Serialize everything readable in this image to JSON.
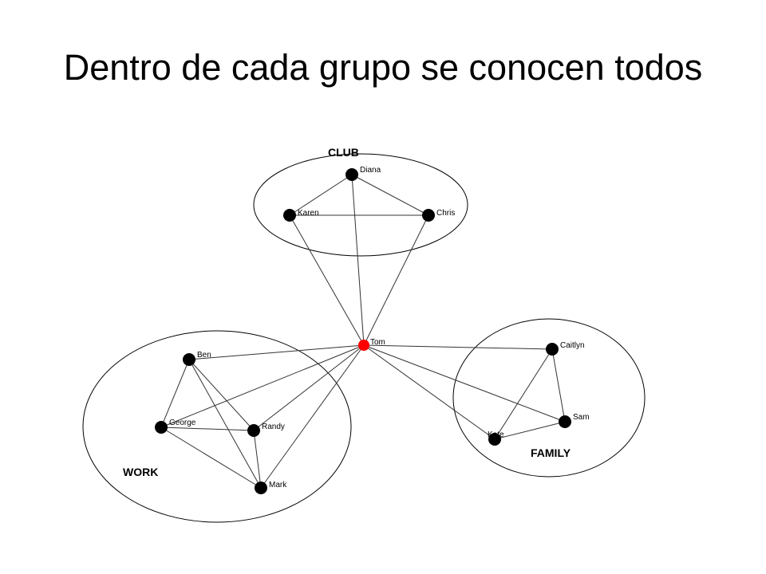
{
  "title": "Dentro de cada grupo se conocen todos",
  "colors": {
    "node": "#000000",
    "center_node": "#ff0000",
    "edge": "#333333"
  },
  "groups": [
    {
      "id": "club",
      "label": "CLUB"
    },
    {
      "id": "work",
      "label": "WORK"
    },
    {
      "id": "family",
      "label": "FAMILY"
    }
  ],
  "nodes": [
    {
      "id": "tom",
      "label": "Tom",
      "center": true
    },
    {
      "id": "diana",
      "label": "Diana",
      "group": "club"
    },
    {
      "id": "karen",
      "label": "Karen",
      "group": "club"
    },
    {
      "id": "chris",
      "label": "Chris",
      "group": "club"
    },
    {
      "id": "ben",
      "label": "Ben",
      "group": "work"
    },
    {
      "id": "george",
      "label": "George",
      "group": "work"
    },
    {
      "id": "randy",
      "label": "Randy",
      "group": "work"
    },
    {
      "id": "mark",
      "label": "Mark",
      "group": "work"
    },
    {
      "id": "caitlyn",
      "label": "Caitlyn",
      "group": "family"
    },
    {
      "id": "sam",
      "label": "Sam",
      "group": "family"
    },
    {
      "id": "kate",
      "label": "Kate",
      "group": "family"
    }
  ],
  "edges": [
    [
      "diana",
      "karen"
    ],
    [
      "diana",
      "chris"
    ],
    [
      "karen",
      "chris"
    ],
    [
      "tom",
      "diana"
    ],
    [
      "tom",
      "karen"
    ],
    [
      "tom",
      "chris"
    ],
    [
      "ben",
      "george"
    ],
    [
      "ben",
      "randy"
    ],
    [
      "ben",
      "mark"
    ],
    [
      "george",
      "randy"
    ],
    [
      "george",
      "mark"
    ],
    [
      "randy",
      "mark"
    ],
    [
      "tom",
      "ben"
    ],
    [
      "tom",
      "george"
    ],
    [
      "tom",
      "randy"
    ],
    [
      "tom",
      "mark"
    ],
    [
      "caitlyn",
      "sam"
    ],
    [
      "caitlyn",
      "kate"
    ],
    [
      "sam",
      "kate"
    ],
    [
      "tom",
      "caitlyn"
    ],
    [
      "tom",
      "sam"
    ],
    [
      "tom",
      "kate"
    ]
  ]
}
